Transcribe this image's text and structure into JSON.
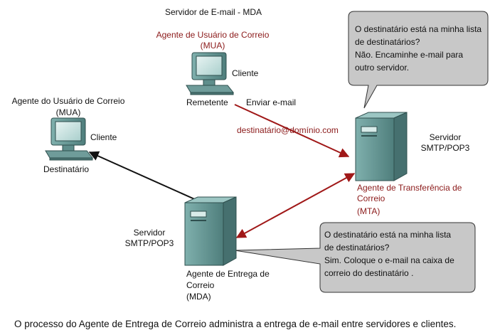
{
  "title": "Servidor de E-mail - MDA",
  "mua_top": {
    "heading_line1": "Agente de Usuário de Correio",
    "heading_line2": "(MUA)",
    "client_label": "Cliente",
    "role_label": "Remetente"
  },
  "mua_left": {
    "heading_line1": "Agente do Usuário de Correio",
    "heading_line2": "(MUA)",
    "client_label": "Cliente",
    "role_label": "Destinatário"
  },
  "send_label": "Enviar e-mail",
  "recipient_address": "destinatário@domínio.com",
  "mta": {
    "server_line1": "Servidor",
    "server_line2": "SMTP/POP3",
    "name_line1": "Agente de Transferência de",
    "name_line2": "Correio",
    "name_line3": "(MTA)"
  },
  "mda": {
    "server_line1": "Servidor",
    "server_line2": "SMTP/POP3",
    "name_line1": "Agente de Entrega de",
    "name_line2": "Correio",
    "name_line3": "(MDA)"
  },
  "bubble_top": {
    "line1": "O destinatário está na minha lista",
    "line2": "de destinatários?",
    "line3": "Não. Encaminhe e-mail para",
    "line4": "outro servidor."
  },
  "bubble_bottom": {
    "line1": "O destinatário está na minha lista",
    "line2": "de destinatários?",
    "line3": "Sim. Coloque o e-mail na caixa de",
    "line4": "correio do destinatário ."
  },
  "caption": "O processo do Agente de Entrega de Correio administra a entrega de e-mail entre servidores e clientes.",
  "colors": {
    "red_label": "#8b1a1a",
    "arrow_red": "#a01818",
    "bubble_fill": "#c8c8c8",
    "device_fill": "#6f9c9a"
  }
}
